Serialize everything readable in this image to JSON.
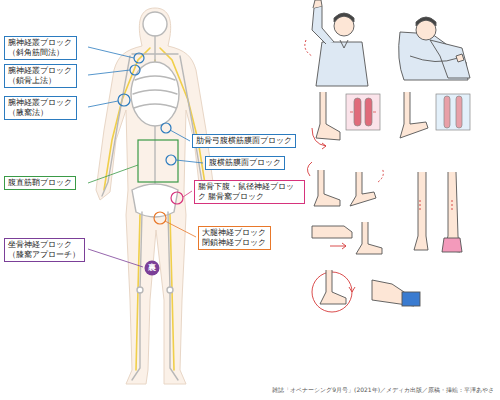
{
  "diagram": {
    "caption": "雑誌「オペナーシング9月号」(2021年)／メディカ出版／原稿・挿絵：平澤あやさ",
    "nodes": [
      {
        "text": [
          "腕神経叢ブロック （斜角筋間法）"
        ]
      },
      {
        "text": [
          "腕神経叢ブロック （鎖骨上法）"
        ]
      },
      {
        "text": [
          "腕神経叢ブロック （腋窩法）"
        ]
      },
      {
        "text": [
          "肋骨弓腹横筋膜面ブロック"
        ]
      },
      {
        "text": [
          "腹横筋膜面ブロック"
        ]
      },
      {
        "text": [
          "腹直筋鞘ブロック"
        ]
      },
      {
        "text": [
          "腸骨下腹・鼠径神経ブロック 腸骨窩ブロック"
        ]
      },
      {
        "text": [
          "大腿神経ブロック 閉鎖神経ブロック"
        ]
      },
      {
        "text": [
          "坐骨神経ブロック （膝窩アプローチ）"
        ]
      },
      {
        "text": [
          "裏"
        ]
      }
    ]
  }
}
